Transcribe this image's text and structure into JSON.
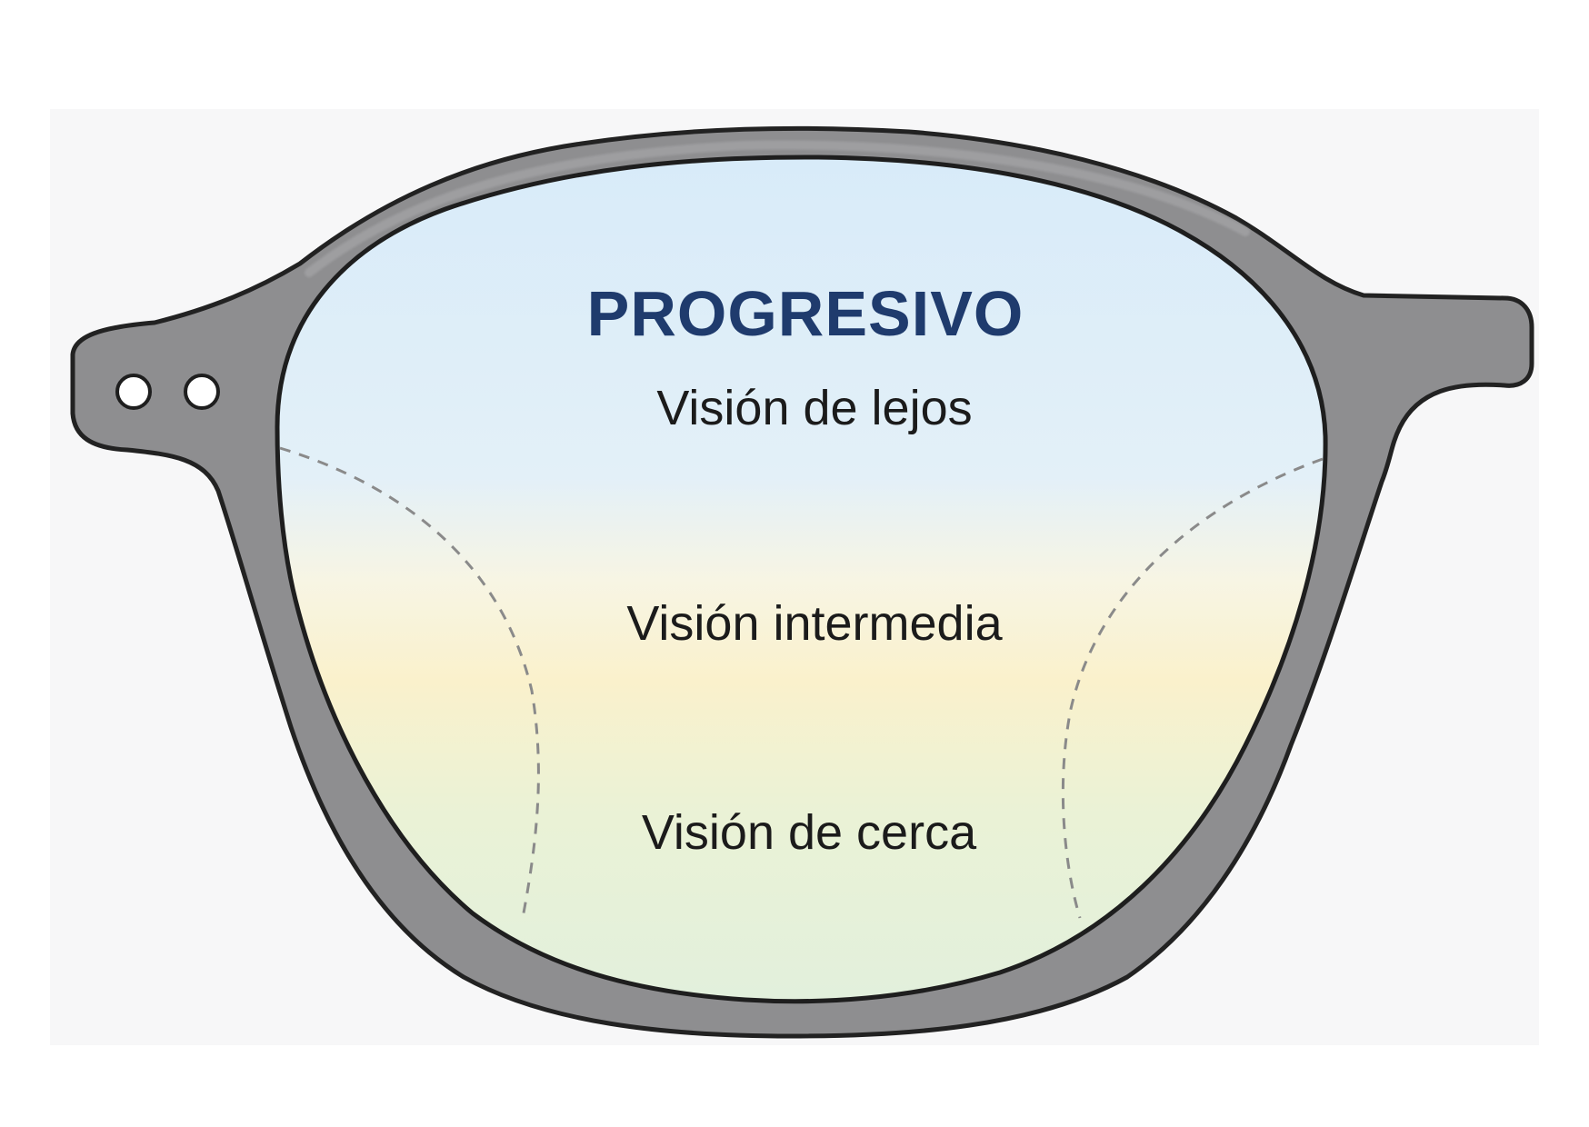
{
  "diagram": {
    "title": "PROGRESIVO",
    "zones": [
      {
        "label": "Visión de lejos",
        "tint": "#dcecf8"
      },
      {
        "label": "Visión intermedia",
        "tint": "#faf3d2"
      },
      {
        "label": "Visión de cerca",
        "tint": "#e5f1d8"
      }
    ]
  },
  "colors": {
    "frame": "#8e8e90",
    "outline": "#222222",
    "title": "#1f3b6d",
    "corridor_line": "#8a8a8a"
  },
  "icons": [
    "hinge-screw-icon"
  ]
}
